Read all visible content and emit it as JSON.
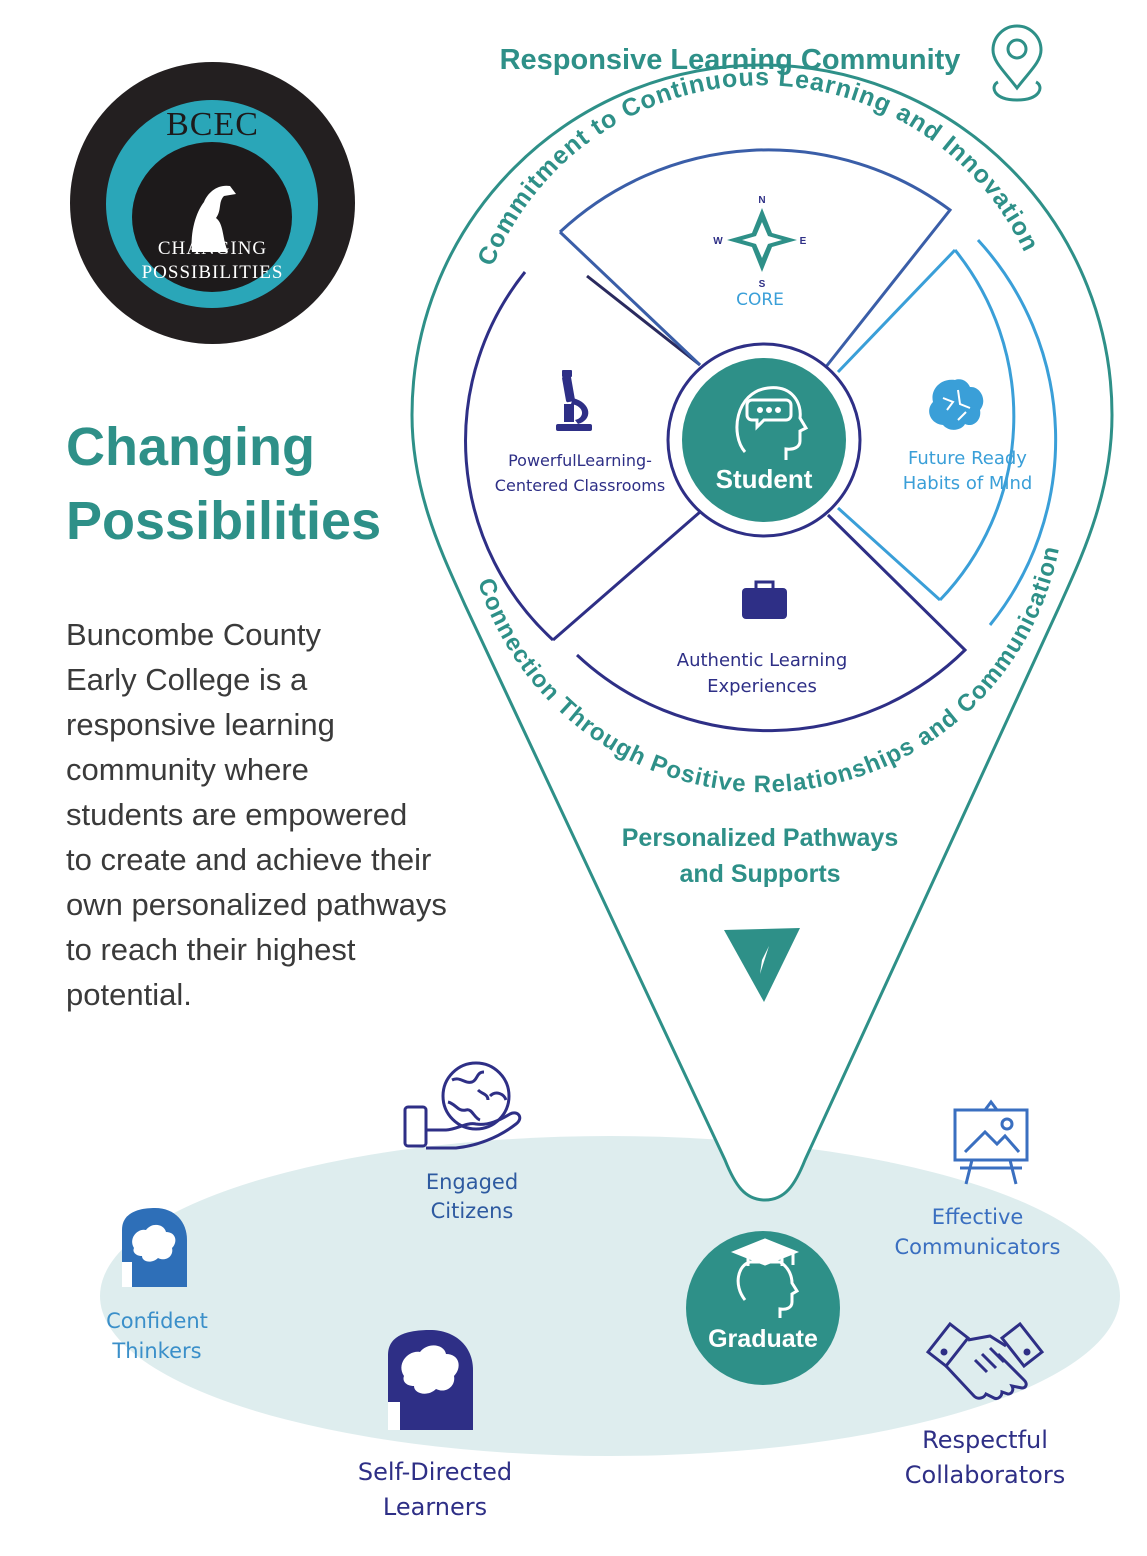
{
  "colors": {
    "teal": "#2e9088",
    "navy": "#2e2f86",
    "medium_blue": "#3a5ea8",
    "light_blue": "#3a9fd8",
    "pale_teal": "#deedee",
    "body_text": "#3a3a3a"
  },
  "logo": {
    "abbreviation": "BCEC",
    "line1": "CHANGING",
    "line2": "POSSIBILITIES"
  },
  "header_title": "Responsive Learning Community",
  "main_title": {
    "line1": "Changing",
    "line2": "Possibilities"
  },
  "description_lines": [
    "Buncombe County",
    "Early College is a",
    "responsive learning",
    "community where",
    "students are empowered",
    "to create and achieve their",
    "own personalized pathways",
    "to reach their highest",
    "potential."
  ],
  "arc_top": "Commitment to Continuous Learning and Innovation",
  "arc_bottom": "Connection Through Positive Relationships and Communication",
  "center_label": "Student",
  "compass": {
    "n": "N",
    "s": "S",
    "e": "E",
    "w": "W"
  },
  "quadrants": {
    "top": "CORE",
    "left": [
      "PowerfulLearning-",
      "Centered Classrooms"
    ],
    "right": [
      "Future Ready",
      "Habits of Mind"
    ],
    "bottom": [
      "Authentic Learning",
      "Experiences"
    ]
  },
  "pathways": [
    "Personalized Pathways",
    "and Supports"
  ],
  "graduate_label": "Graduate",
  "outcomes": {
    "engaged": [
      "Engaged",
      "Citizens"
    ],
    "confident": [
      "Confident",
      "Thinkers"
    ],
    "self_directed": [
      "Self-Directed",
      "Learners"
    ],
    "effective": [
      "Effective",
      "Communicators"
    ],
    "respectful": [
      "Respectful",
      "Collaborators"
    ]
  },
  "icons": [
    "map-pin-icon",
    "compass-icon",
    "microscope-icon",
    "brain-icon",
    "briefcase-icon",
    "student-head-icon",
    "navigation-arrow-icon",
    "globe-hand-icon",
    "head-brain-icon",
    "easel-icon",
    "handshake-icon",
    "graduate-head-icon"
  ]
}
